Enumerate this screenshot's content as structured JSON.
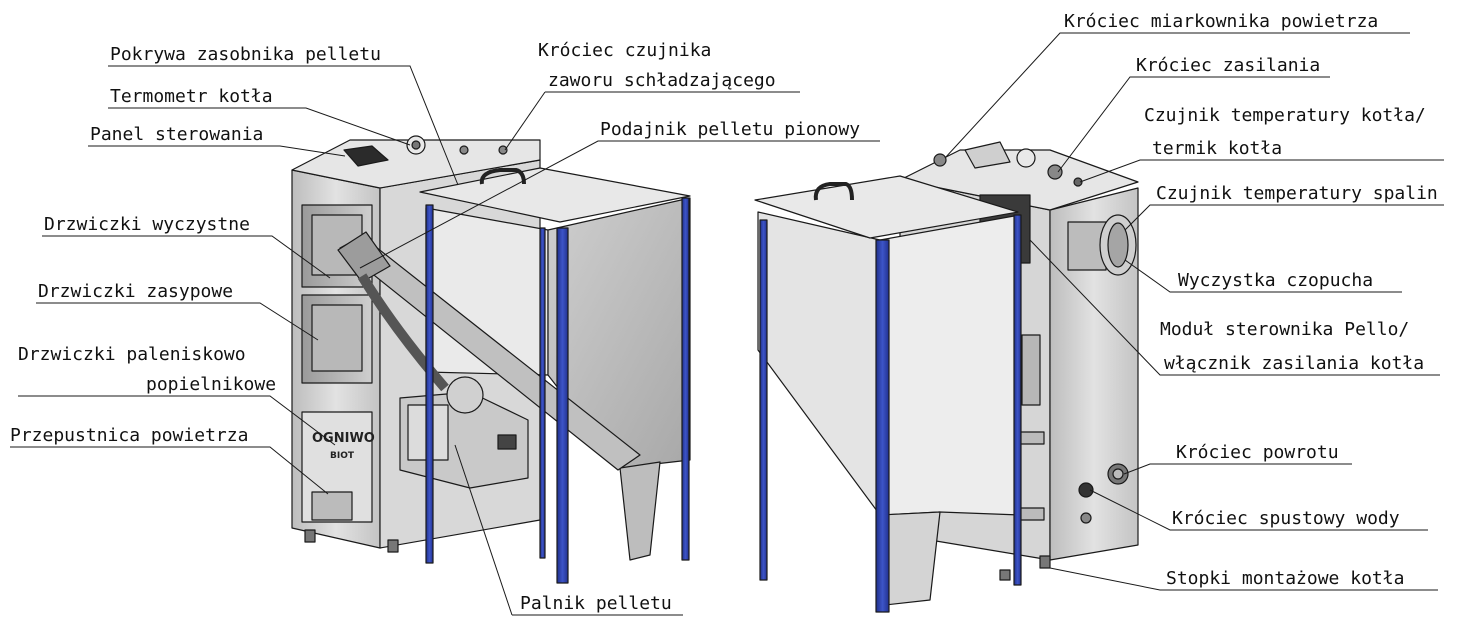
{
  "labels_left": {
    "pokrywa": "Pokrywa zasobnika pelletu",
    "termometr": "Termometr kotła",
    "panel": "Panel sterowania",
    "wyczystne": "Drzwiczki wyczystne",
    "zasypowe": "Drzwiczki zasypowe",
    "paleniskowo_1": "Drzwiczki paleniskowo",
    "paleniskowo_2": "popielnikowe",
    "przepustnica": "Przepustnica powietrza",
    "czujnik_zaworu_1": "Króciec  czujnika",
    "czujnik_zaworu_2": "zaworu schładzającego",
    "podajnik": "Podajnik pelletu pionowy",
    "palnik": "Palnik pelletu"
  },
  "labels_right": {
    "miarkownik": "Króciec miarkownika powietrza",
    "zasilanie": "Króciec zasilania",
    "czujnik_kotla_1": "Czujnik temperatury kotła/",
    "czujnik_kotla_2": "termik kotła",
    "czujnik_spalin": "Czujnik temperatury spalin",
    "wyczystka": "Wyczystka czopucha",
    "modul_1": "Moduł sterownika Pello/",
    "modul_2": "włącznik zasilania kotła",
    "powrot": "Króciec powrotu",
    "spustowy": "Króciec spustowy wody",
    "stopki": "Stopki montażowe kotła"
  },
  "brand": {
    "logo": "OGNIWO",
    "model": "BIOT"
  },
  "colors": {
    "frame_blue": "#2a3fa8",
    "metal": "#d2d2d2",
    "metal_dark": "#a9a9a9",
    "line": "#1a1a1a"
  }
}
